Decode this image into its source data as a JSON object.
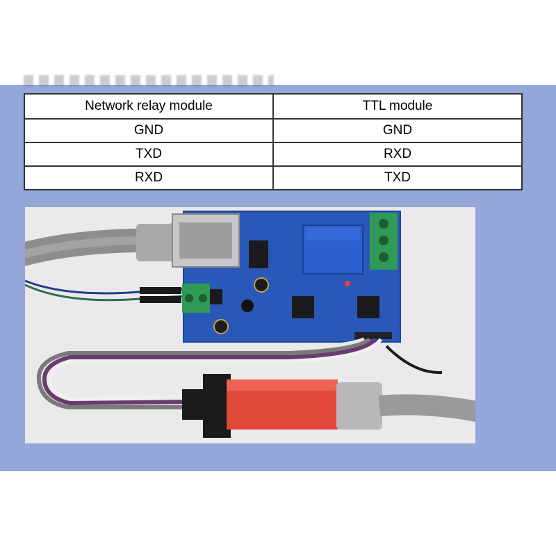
{
  "pin_table": {
    "headers": [
      "Network relay module",
      "TTL module"
    ],
    "rows": [
      [
        "GND",
        "GND"
      ],
      [
        "TXD",
        "RXD"
      ],
      [
        "RXD",
        "TXD"
      ]
    ]
  },
  "colors": {
    "background_panel": "#93a7d8",
    "pcb": "#2a58b8",
    "relay": "#2d5fd0",
    "terminal_block": "#2f9a55",
    "usb_adapter": "#e0483a"
  }
}
